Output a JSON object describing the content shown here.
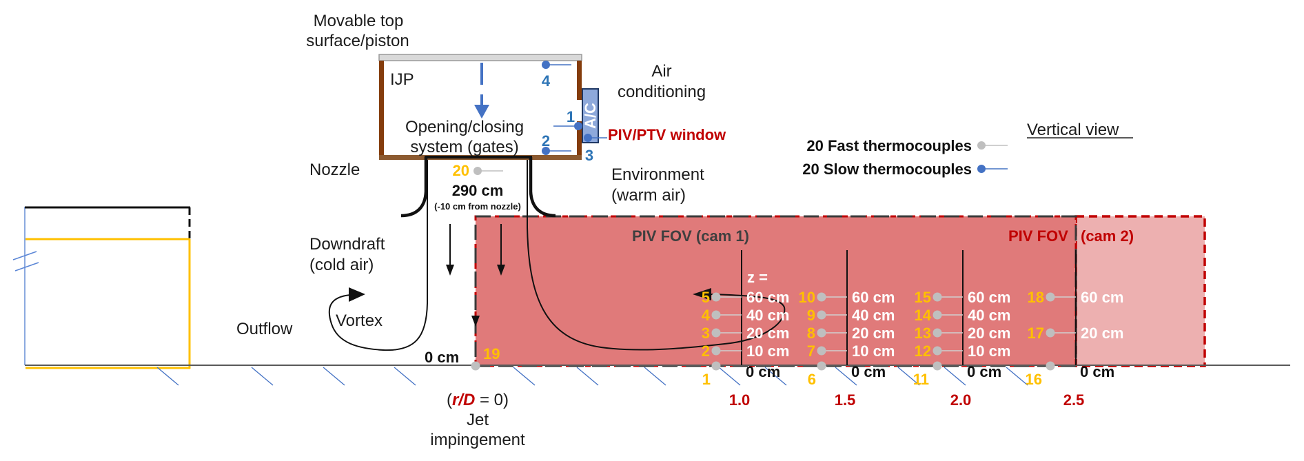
{
  "header": {
    "movable_top_line1": "Movable top",
    "movable_top_line2": "surface/piston",
    "view_label": "Vertical view"
  },
  "chamber": {
    "name": "IJP",
    "gates_line1": "Opening/closing",
    "gates_line2": "system (gates)",
    "ac_label": "A/C",
    "air_line1": "Air",
    "air_line2": "conditioning",
    "window_label": "PIV/PTV window",
    "slow_thermocouples": [
      {
        "id": "1"
      },
      {
        "id": "2"
      },
      {
        "id": "3"
      },
      {
        "id": "4"
      }
    ]
  },
  "nozzle": {
    "label": "Nozzle",
    "thermocouple_id": "20",
    "height": "290 cm",
    "height_note": "(-10 cm from nozzle)"
  },
  "environment": {
    "line1": "Environment",
    "line2": "(warm air)"
  },
  "flow": {
    "downdraft_line1": "Downdraft",
    "downdraft_line2": "(cold air)",
    "vortex": "Vortex",
    "outflow": "Outflow"
  },
  "legend": [
    {
      "label": "20 Fast thermocouples",
      "color": "#BFBFBF"
    },
    {
      "label": "20 Slow thermocouples",
      "color": "#4472C4"
    }
  ],
  "impingement": {
    "ground_height": "0 cm",
    "thermocouple_id": "19",
    "rd_open": "(",
    "rd_var": "r/D",
    "rd_close": " = 0)",
    "line1": "Jet",
    "line2": "impingement"
  },
  "fov": {
    "cam1_label": "PIV FOV (cam 1)",
    "cam2_label_a": "PIV FOV",
    "cam2_label_b": "(cam 2)",
    "z_label": "z =",
    "cam1_color": "#E07A7A",
    "cam2_color": "#EDB0B0"
  },
  "stations": [
    {
      "rd": "1.0",
      "ground_label": "0 cm",
      "thermocouples": [
        {
          "id": "5",
          "z": "60 cm",
          "z_cm": 60
        },
        {
          "id": "4",
          "z": "40 cm",
          "z_cm": 40
        },
        {
          "id": "3",
          "z": "20 cm",
          "z_cm": 20
        },
        {
          "id": "2",
          "z": "10 cm",
          "z_cm": 10
        },
        {
          "id": "1",
          "z_cm": 0
        }
      ]
    },
    {
      "rd": "1.5",
      "ground_label": "0 cm",
      "thermocouples": [
        {
          "id": "10",
          "z": "60 cm",
          "z_cm": 60
        },
        {
          "id": "9",
          "z": "40 cm",
          "z_cm": 40
        },
        {
          "id": "8",
          "z": "20 cm",
          "z_cm": 20
        },
        {
          "id": "7",
          "z": "10 cm",
          "z_cm": 10
        },
        {
          "id": "6",
          "z_cm": 0
        }
      ]
    },
    {
      "rd": "2.0",
      "ground_label": "0 cm",
      "thermocouples": [
        {
          "id": "15",
          "z": "60 cm",
          "z_cm": 60
        },
        {
          "id": "14",
          "z": "40 cm",
          "z_cm": 40
        },
        {
          "id": "13",
          "z": "20 cm",
          "z_cm": 20
        },
        {
          "id": "12",
          "z": "10 cm",
          "z_cm": 10
        },
        {
          "id": "11",
          "z_cm": 0
        }
      ]
    },
    {
      "rd": "2.5",
      "ground_label": "0 cm",
      "thermocouples": [
        {
          "id": "18",
          "z": "60 cm",
          "z_cm": 60
        },
        {
          "id": "17",
          "z": "20 cm",
          "z_cm": 20
        },
        {
          "id": "16",
          "z_cm": 0
        }
      ]
    }
  ],
  "colors": {
    "wall_brown": "#843C0C",
    "slow_tc_blue": "#4472C4",
    "fast_tc_gray": "#BFBFBF",
    "thermocouple_id_yellow": "#FFC000",
    "accent_red": "#C00000",
    "ac_fill": "#8EA9DB"
  }
}
